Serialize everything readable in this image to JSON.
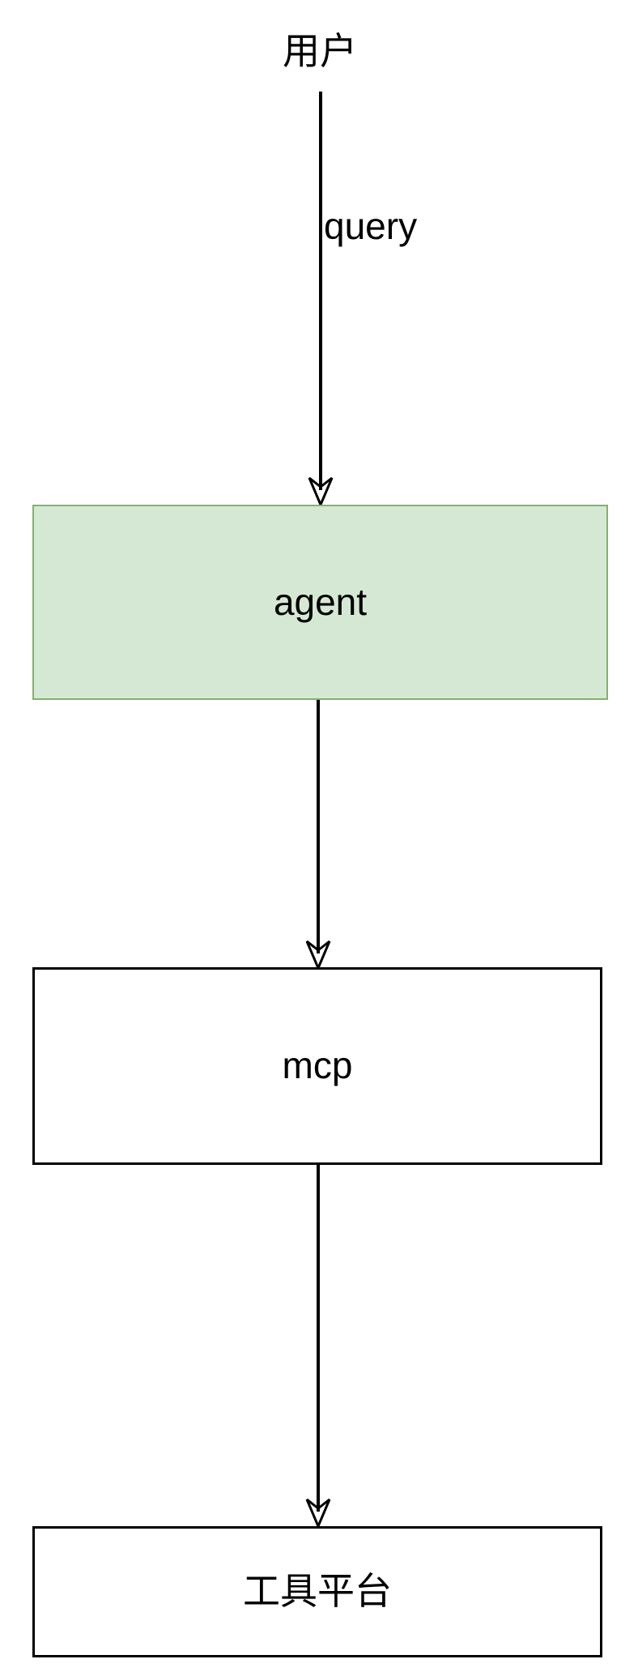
{
  "diagram": {
    "type": "flowchart",
    "direction": "top-to-bottom",
    "background": "#ffffff",
    "nodes": [
      {
        "id": "user",
        "label": "用户",
        "shape": "text",
        "fill": "none",
        "stroke": "none"
      },
      {
        "id": "agent",
        "label": "agent",
        "shape": "rectangle",
        "fill": "#d5e8d4",
        "stroke": "#82b366"
      },
      {
        "id": "mcp",
        "label": "mcp",
        "shape": "rectangle",
        "fill": "#ffffff",
        "stroke": "#000000"
      },
      {
        "id": "tool_platform",
        "label": "工具平台",
        "shape": "rectangle",
        "fill": "#ffffff",
        "stroke": "#000000"
      }
    ],
    "edges": [
      {
        "from": "user",
        "to": "agent",
        "label": "query",
        "arrow": "open-triangle"
      },
      {
        "from": "agent",
        "to": "mcp",
        "label": "",
        "arrow": "open-triangle"
      },
      {
        "from": "mcp",
        "to": "tool_platform",
        "label": "",
        "arrow": "open-triangle"
      }
    ],
    "labels": {
      "user": "用户",
      "query": "query",
      "agent": "agent",
      "mcp": "mcp",
      "tool_platform": "工具平台"
    },
    "colors": {
      "agent_fill": "#d5e8d4",
      "agent_stroke": "#82b366",
      "box_stroke": "#000000",
      "edge_stroke": "#000000",
      "text": "#000000"
    }
  }
}
